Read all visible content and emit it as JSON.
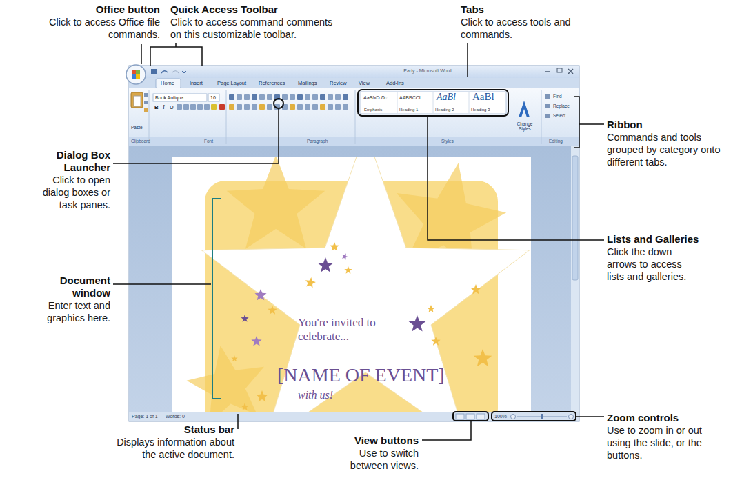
{
  "diagram": {
    "labels": [
      "Office button",
      "Click to access Office file commands.",
      "Quick Access Toolbar",
      "Click to access command comments on this customizable toolbar.",
      "Tabs",
      "Click to access tools and commands.",
      "Ribbon",
      "Commands and tools grouped by category onto different tabs.",
      "Dialog Box Launcher",
      "Click to open dialog boxes or task panes.",
      "Lists and Galleries",
      "Click the down arrows to access lists and galleries.",
      "Document window",
      "Enter text and graphics here.",
      "Status bar",
      "Displays information about the active document.",
      "View buttons",
      "Use to switch between views.",
      "Zoom controls",
      "Use to zoom in or out using the slide, or the buttons.",
      "Party - Microsoft Word",
      "Home",
      "Insert",
      "Page Layout",
      "References",
      "Mailings",
      "Review",
      "View",
      "Add-Ins",
      "Book Antiqua",
      "10",
      "B",
      "I",
      "U",
      "Paste",
      "Clipboard",
      "Font",
      "Paragraph",
      "Styles",
      "Editing",
      "AaBbCcDc",
      "AABBCCI",
      "AaBl",
      "AaBl",
      "Emphasis",
      "Heading 1",
      "Heading 2",
      "Heading 3",
      "Change Styles",
      "Find",
      "Replace",
      "Select",
      "You're invited to celebrate...",
      "[NAME OF EVENT]",
      "with us!",
      "Page: 1 of 1",
      "Words: 0",
      "100%"
    ]
  }
}
